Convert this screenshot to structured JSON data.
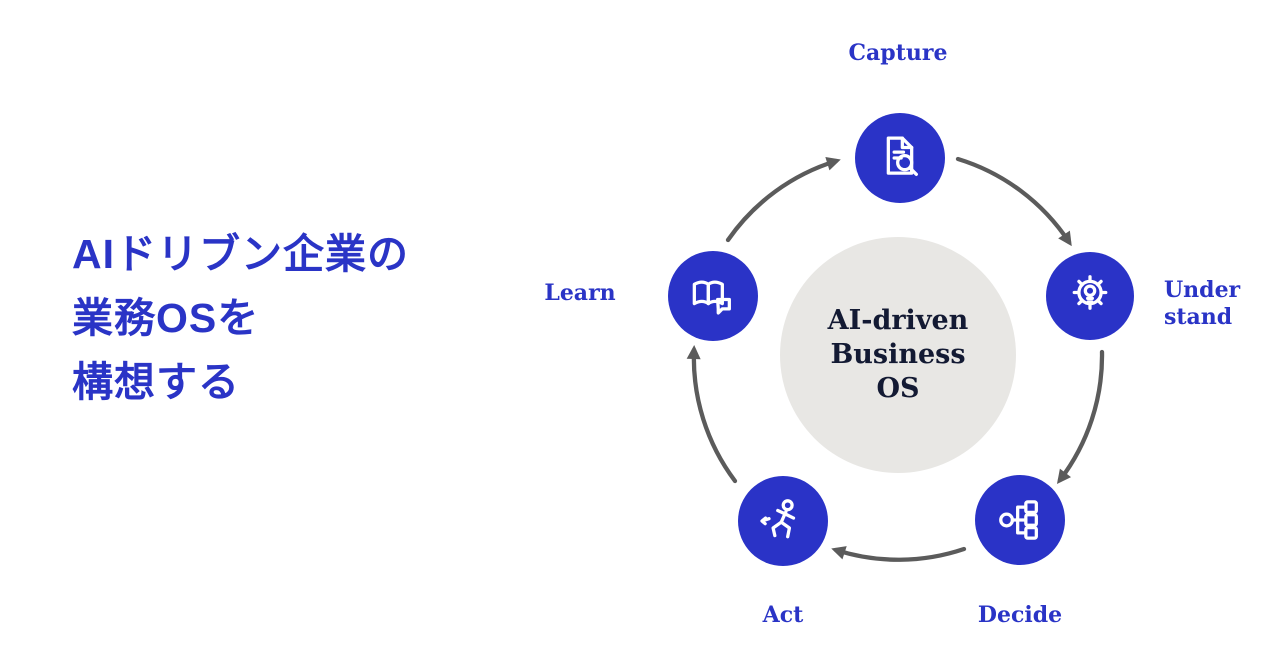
{
  "title": {
    "lines": [
      "AIドリブン企業の",
      "業務OSを",
      "構想する"
    ]
  },
  "diagram": {
    "center_label": {
      "lines": [
        "AI-driven",
        "Business",
        "OS"
      ]
    },
    "nodes": {
      "capture": {
        "label": "Capture",
        "icon": "document-search-icon"
      },
      "understand": {
        "label_lines": [
          "Under",
          "stand"
        ],
        "icon": "gear-lightbulb-icon"
      },
      "decide": {
        "label": "Decide",
        "icon": "branch-decision-icon"
      },
      "act": {
        "label": "Act",
        "icon": "running-person-icon"
      },
      "learn": {
        "label": "Learn",
        "icon": "open-book-icon"
      }
    },
    "flow_order": [
      "Capture",
      "Understand",
      "Decide",
      "Act",
      "Learn"
    ]
  },
  "colors": {
    "accent_blue": "#2a34c6",
    "node_blue": "#2a33c7",
    "center_gray": "#e8e7e4",
    "arrow_gray": "#5b5b5b",
    "center_text": "#131a33",
    "icon_white": "#ffffff"
  }
}
